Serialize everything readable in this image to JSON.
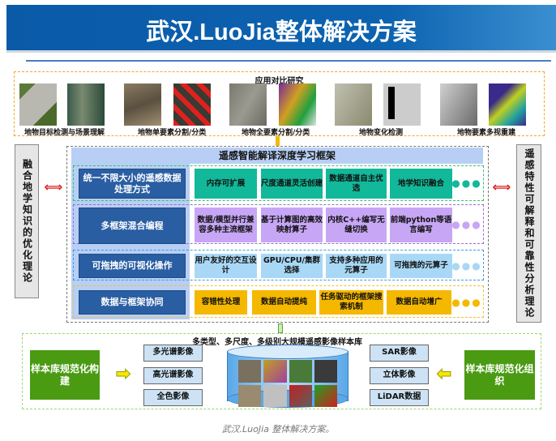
{
  "title": "武汉.LuoJia整体解决方案",
  "applications": {
    "title": "应用对比研究",
    "items": [
      {
        "label": "地物目标检测与场景理解"
      },
      {
        "label": "地物单要素分割/分类"
      },
      {
        "label": "地物全要素分割/分类"
      },
      {
        "label": "地物变化检测"
      },
      {
        "label": "地物要素多视重建"
      }
    ]
  },
  "left_theory": "融合地学知识的优化理论",
  "right_theory": "遥感特性可解释和可靠性分析理论",
  "framework": {
    "title": "遥感智能解译深度学习框架",
    "rows": [
      {
        "name": "统一不限大小的遥感数据处理方式",
        "cells": [
          "内存可扩展",
          "尺度通道灵活创建",
          "数据通道自主优选",
          "地学知识融合"
        ]
      },
      {
        "name": "多框架混合编程",
        "cells": [
          "数据/模型并行兼容多种主流框架",
          "基于计算图的高效映射算子",
          "内核C++编写无缝切换",
          "前端python等语言编写"
        ]
      },
      {
        "name": "可拖拽的可视化操作",
        "cells": [
          "用户友好的交互设计",
          "GPU/CPU/集群选择",
          "支持多种应用的元算子",
          "可拖拽的元算子"
        ]
      },
      {
        "name": "数据与框架协同",
        "cells": [
          "容错性处理",
          "数据自动提纯",
          "任务驱动的框架搜索机制",
          "数据自动增广"
        ]
      }
    ]
  },
  "sample_lib": {
    "title": "多类型、多尺度、多级别大规模遥感影像样本库",
    "left_action": "样本库规范化构建",
    "right_action": "样本库规范化组织",
    "left_types": [
      "多光谱影像",
      "高光谱影像",
      "全色影像"
    ],
    "right_types": [
      "SAR影像",
      "立体影像",
      "LiDAR数据"
    ]
  },
  "caption": "武汉.LuoJia 整体解决方案。",
  "colors": {
    "banner": "#0d63b0",
    "row1": "#12b89a",
    "row2": "#c7a6f5",
    "row3": "#a8d8f5",
    "row4": "#f5b800",
    "green": "#4a9a12"
  }
}
